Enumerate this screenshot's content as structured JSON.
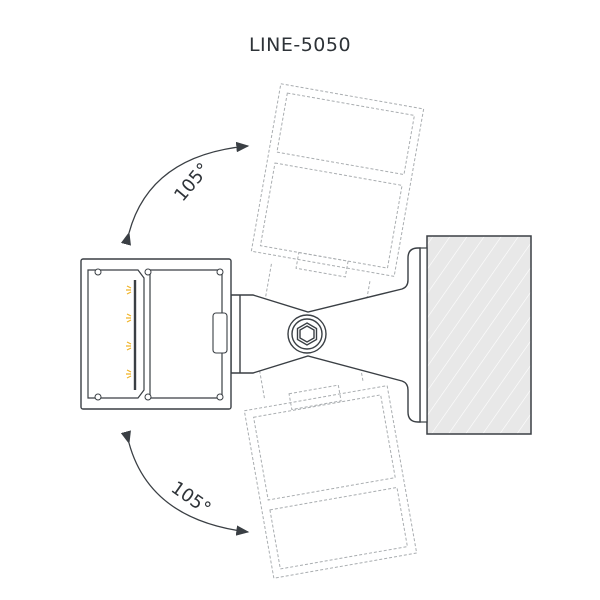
{
  "title": "LINE-5050",
  "annotations": {
    "upper_angle": "105°",
    "lower_angle": "105°"
  },
  "colors": {
    "line": "#3a3f44",
    "dashed": "#a9adb0",
    "led": "#f0b429",
    "wall_fill": "#e8e8e8",
    "text": "#2e3338"
  },
  "components": {
    "profile": "LINE-5050 profile cross-section",
    "bracket": "swivel mounting bracket",
    "wall": "mounting surface (hatched)",
    "ghost_upper": "profile rotated up (dashed)",
    "ghost_lower": "profile rotated down (dashed)"
  }
}
